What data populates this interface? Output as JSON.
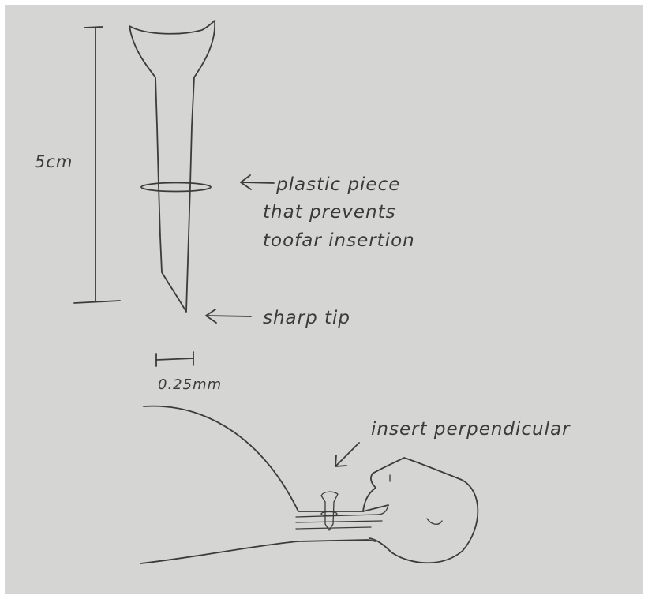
{
  "diagram": {
    "labels": {
      "length": "5cm",
      "ring_line1": "plastic piece",
      "ring_line2": "that prevents",
      "ring_line3": "toofar insertion",
      "tip": "sharp tip",
      "width": "0.25mm",
      "insert": "insert perpendicular"
    },
    "colors": {
      "paper": "#d9d9d7",
      "paper_shadow": "#cfcfcc",
      "ink": "#3b3b3b",
      "border": "#ffffff"
    }
  }
}
